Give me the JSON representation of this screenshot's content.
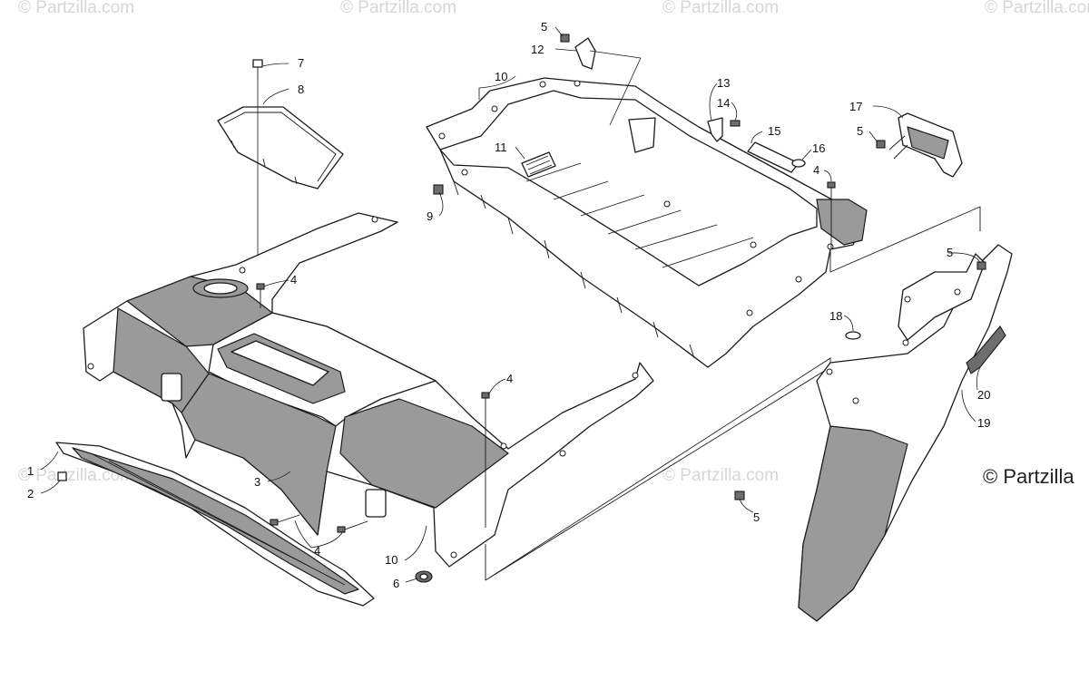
{
  "watermark": {
    "text": "© Partzilla.com",
    "brand": "© Partzilla"
  },
  "callouts": {
    "c1": "1",
    "c2": "2",
    "c3": "3",
    "c4a": "4",
    "c4b": "4",
    "c4c": "4",
    "c4d": "4",
    "c5a": "5",
    "c5b": "5",
    "c5c": "5",
    "c5d": "5",
    "c6": "6",
    "c7": "7",
    "c8": "8",
    "c9": "9",
    "c10a": "10",
    "c10b": "10",
    "c11": "11",
    "c12": "12",
    "c13": "13",
    "c14": "14",
    "c15": "15",
    "c16": "16",
    "c17": "17",
    "c18": "18",
    "c19": "19",
    "c20": "20"
  },
  "colors": {
    "line": "#1a1a1a",
    "watermark": "#d6d6d6",
    "shade": "#9a9a9a"
  }
}
